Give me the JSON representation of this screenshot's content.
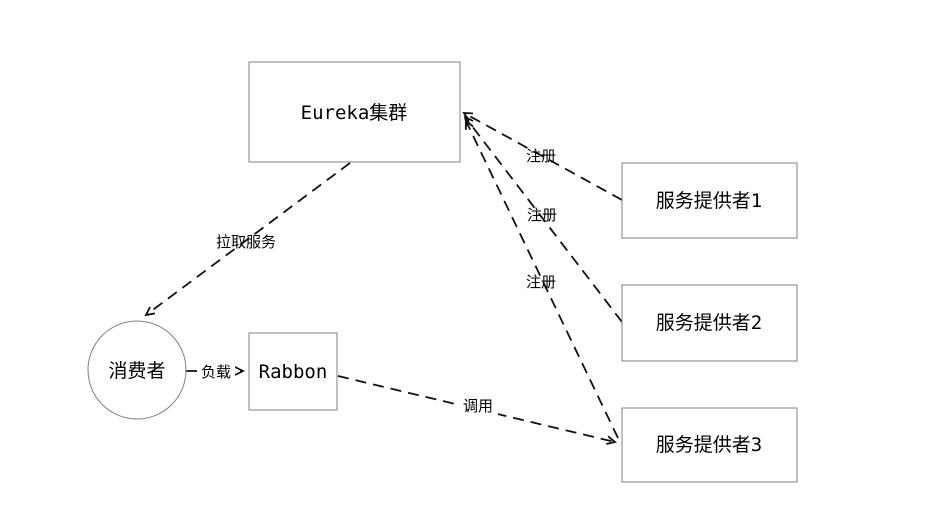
{
  "diagram": {
    "kind": "eureka-service-registry-architecture",
    "nodes": {
      "eureka": {
        "label": "Eureka集群",
        "shape": "rect"
      },
      "provider1": {
        "label": "服务提供者1",
        "shape": "rect"
      },
      "provider2": {
        "label": "服务提供者2",
        "shape": "rect"
      },
      "provider3": {
        "label": "服务提供者3",
        "shape": "rect"
      },
      "consumer": {
        "label": "消费者",
        "shape": "circle"
      },
      "rabbon": {
        "label": "Rabbon",
        "shape": "rect"
      }
    },
    "edges": {
      "pull": {
        "label": "拉取服务",
        "from": "eureka",
        "to": "consumer",
        "style": "dashed-arrow"
      },
      "register1": {
        "label": "注册",
        "from": "provider1",
        "to": "eureka",
        "style": "dashed-arrow"
      },
      "register2": {
        "label": "注册",
        "from": "provider2",
        "to": "eureka",
        "style": "dashed-arrow"
      },
      "register3": {
        "label": "注册",
        "from": "provider3",
        "to": "eureka",
        "style": "dashed-arrow"
      },
      "load": {
        "label": "负载",
        "from": "consumer",
        "to": "rabbon",
        "style": "dashed-arrow"
      },
      "invoke": {
        "label": "调用",
        "from": "rabbon",
        "to": "provider3",
        "style": "dashed-arrow"
      }
    },
    "colors": {
      "background": "#ffffff",
      "node_border": "#808080",
      "edge_line": "#111111",
      "text": "#000000"
    }
  }
}
